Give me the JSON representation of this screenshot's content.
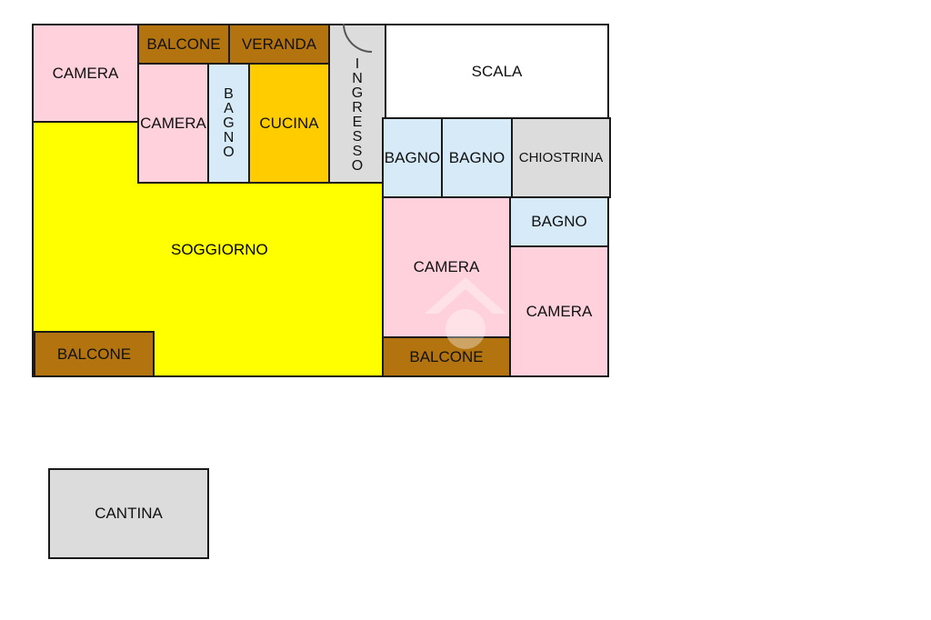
{
  "rooms": {
    "camera_top_left": "CAMERA",
    "balcone_top": "BALCONE",
    "veranda": "VERANDA",
    "camera_small": "CAMERA",
    "bagno_vertical": [
      "B",
      "A",
      "G",
      "N",
      "O"
    ],
    "cucina": "CUCINA",
    "ingresso": [
      "I",
      "N",
      "G",
      "R",
      "E",
      "S",
      "S",
      "O"
    ],
    "scala": "SCALA",
    "bagno_1": "BAGNO",
    "bagno_2": "BAGNO",
    "chiostrina": "CHIOSTRINA",
    "bagno_3": "BAGNO",
    "soggiorno": "SOGGIORNO",
    "camera_center": "CAMERA",
    "camera_right": "CAMERA",
    "balcone_bottom_left": "BALCONE",
    "balcone_bottom_center": "BALCONE",
    "cantina": "CANTINA"
  },
  "colors": {
    "camera": "#ffd1dc",
    "balcone": "#b3740f",
    "bagno": "#d6eaf8",
    "cucina": "#ffcc00",
    "soggiorno": "#ffff00",
    "service": "#dcdcdc"
  }
}
